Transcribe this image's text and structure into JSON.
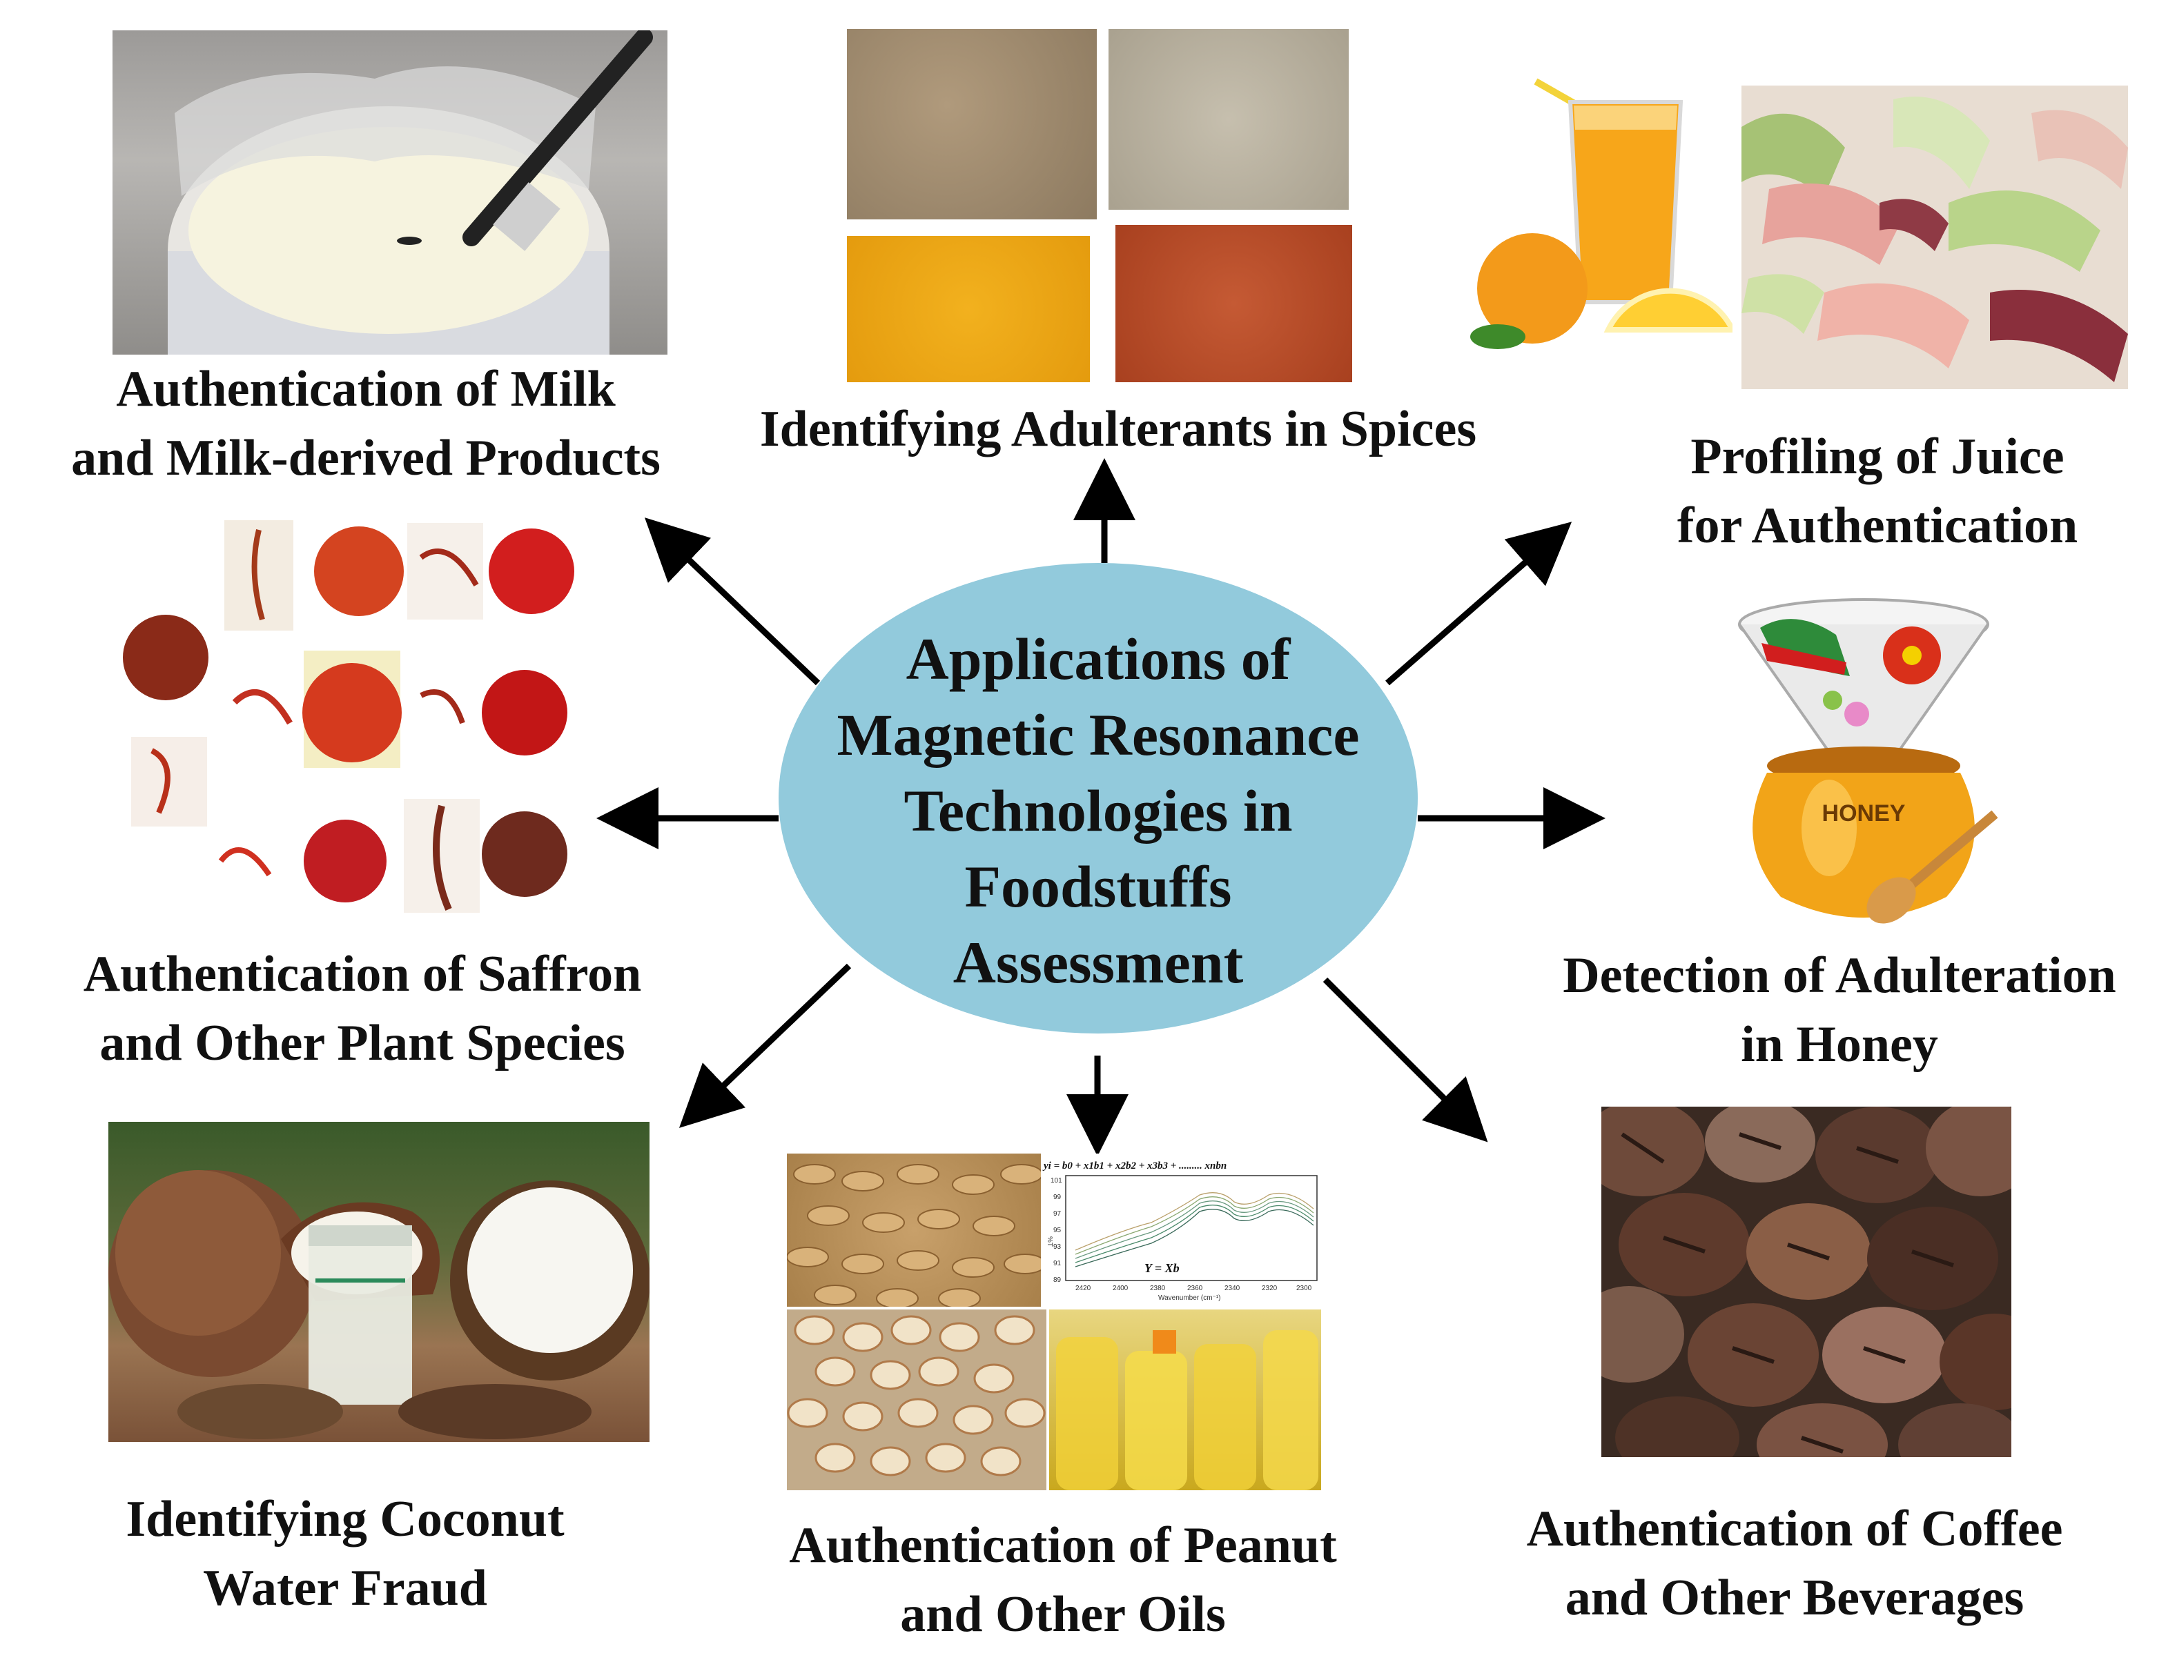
{
  "center": {
    "lines": [
      "Applications of",
      "Magnetic Resonance",
      "Technologies in",
      "Foodstuffs",
      "Assessment"
    ],
    "color": "#92cadc"
  },
  "captions": {
    "milk": [
      "Authentication of Milk",
      "and Milk-derived Products"
    ],
    "spices": [
      "Identifying Adulterants in Spices"
    ],
    "juice": [
      "Profiling of Juice",
      "for Authentication"
    ],
    "saffron": [
      "Authentication of Saffron",
      "and Other Plant Species"
    ],
    "honey": [
      "Detection of Adulteration",
      "in Honey"
    ],
    "coconut": [
      "Identifying Coconut",
      "Water Fraud"
    ],
    "peanut": [
      "Authentication of Peanut",
      "and Other Oils"
    ],
    "coffee": [
      "Authentication of Coffee",
      "and Other Beverages"
    ]
  },
  "honey_jar_label": "HONEY",
  "spectrum": {
    "equation": "yi = b0 + x1b1 + x2b2 + x3b3 + ......... xnbn",
    "model": "Y = Xb",
    "xlabel": "Wavenumber (cm⁻¹)",
    "ylabel": "%T",
    "xticks": [
      "2420",
      "2400",
      "2380",
      "2360",
      "2340",
      "2320",
      "2300"
    ],
    "yticks": [
      "101",
      "99",
      "97",
      "95",
      "93",
      "91",
      "89"
    ]
  },
  "icons": {
    "milk": "yogurt-cup-photo",
    "spices": "spice-powders-photo",
    "juice": "orange-juice-glass-icon",
    "fruit": "guava-slices-photo",
    "saffron": "saffron-samples-photo",
    "honey": "honey-pot-icon",
    "coconut": "coconut-water-photo",
    "peanut": "peanuts-photo",
    "oil": "oil-bottles-photo",
    "coffee": "coffee-beans-photo"
  }
}
